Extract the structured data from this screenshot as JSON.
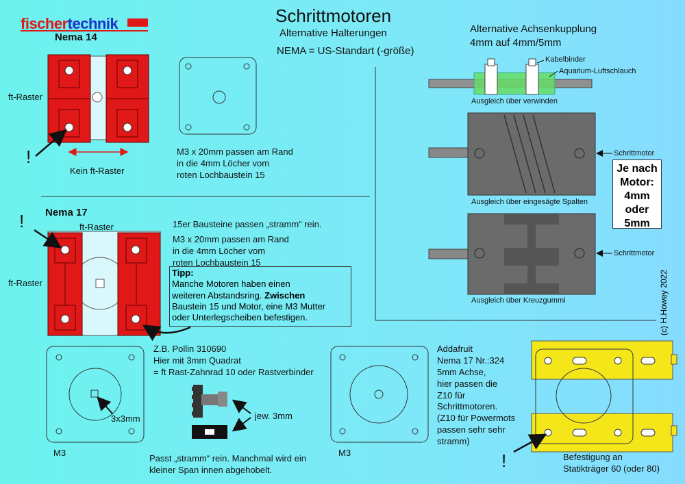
{
  "logo": {
    "part1": "fischer",
    "part2": "technik"
  },
  "title": "Schrittmotoren",
  "subtitle": "Alternative Halterungen",
  "nema_note": "NEMA = US-Standart (-größe)",
  "coupling": {
    "title_line1": "Alternative Achsenkupplung",
    "title_line2": "4mm auf 4mm/5mm",
    "kabelbinder": "Kabelbinder",
    "schlauch": "Aquarium-Luftschlauch",
    "cap1": "Ausgleich über verwinden",
    "cap2": "Ausgleich über eingesägte Spalten",
    "cap3": "Ausgleich über Kreuzgummi",
    "motor_label": "Schrittmotor",
    "je_nach": [
      "Je nach",
      "Motor:",
      "4mm",
      "oder",
      "5mm"
    ]
  },
  "nema14": {
    "label": "Nema 14",
    "ft_raster": "ft-Raster",
    "kein": "Kein ft-Raster",
    "excl": "!",
    "desc": [
      "M3 x 20mm passen am Rand",
      "in die 4mm Löcher vom",
      "roten Lochbaustein 15"
    ]
  },
  "nema17": {
    "label": "Nema 17",
    "ft_raster_top": "ft-Raster",
    "ft_raster_left": "ft-Raster",
    "excl": "!",
    "note1": "15er Bausteine passen „stramm“ rein.",
    "desc": [
      "M3 x 20mm passen am Rand",
      "in die 4mm Löcher vom",
      "roten Lochbaustein 15"
    ],
    "tipp_title": "Tipp:",
    "tipp_lines": [
      "Manche Motoren haben einen"
    ],
    "tipp_line2a": "weiteren Abstandsring. ",
    "tipp_line2b": "Zwischen",
    "tipp_line3": "Baustein 15 und Motor, eine M3 Mutter",
    "tipp_line4": "oder Unterlegscheiben befestigen."
  },
  "pollin": {
    "lines": [
      "Z.B. Pollin 310690",
      "Hier mit 3mm Quadrat",
      "= ft Rast-Zahnrad 10 oder Rastverbinder"
    ],
    "size": "3x3mm",
    "jew": "jew. 3mm",
    "m3": "M3",
    "bottom": [
      "Passt „stramm“ rein. Manchmal wird ein",
      "kleiner Span innen abgehobelt."
    ]
  },
  "adafruit": {
    "lines": [
      "Addafruit",
      "Nema 17 Nr.:324",
      "5mm Achse,",
      "hier passen die",
      "Z10 für",
      "Schrittmotoren.",
      "(Z10 für Powermots",
      "passen sehr sehr",
      "stramm)"
    ],
    "m3": "M3"
  },
  "statik": {
    "lines": [
      "Befestigung an",
      "Statikträger 60 (oder 80)"
    ],
    "excl": "!"
  },
  "copyright": "(c) H.Howey  2022",
  "colors": {
    "red": "#e01818",
    "yellow": "#f5e61a",
    "grey": "#6b6b6b",
    "bg": "#7ee8f8"
  }
}
